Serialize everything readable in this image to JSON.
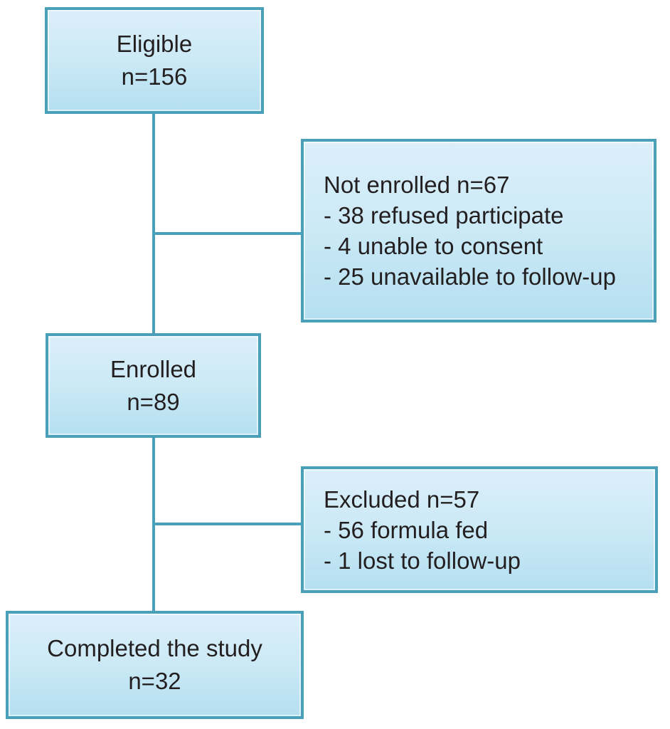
{
  "diagram": {
    "type": "flowchart",
    "subject": "study enrollment flow",
    "colors": {
      "background": "#ffffff",
      "box_border": "#4aa0b8",
      "box_fill_top": "#dbeffa",
      "box_fill_bottom": "#b4dff0",
      "connector": "#4aa0b8",
      "text": "#231f20"
    },
    "nodes": {
      "eligible": {
        "lines": [
          "Eligible",
          "n=156"
        ]
      },
      "not_enrolled": {
        "lines": [
          "Not enrolled n=67",
          "- 38 refused participate",
          "- 4 unable to consent",
          "- 25 unavailable to follow-up"
        ]
      },
      "enrolled": {
        "lines": [
          "Enrolled",
          "n=89"
        ]
      },
      "excluded": {
        "lines": [
          "Excluded n=57",
          "- 56 formula fed",
          "- 1 lost to follow-up"
        ]
      },
      "completed": {
        "lines": [
          "Completed the study",
          "n=32"
        ]
      }
    },
    "edges": [
      {
        "from": "eligible",
        "to": "enrolled",
        "type": "vertical"
      },
      {
        "from": "eligible-enrolled-line",
        "to": "not_enrolled",
        "type": "branch"
      },
      {
        "from": "enrolled",
        "to": "completed",
        "type": "vertical"
      },
      {
        "from": "enrolled-completed-line",
        "to": "excluded",
        "type": "branch"
      }
    ]
  }
}
